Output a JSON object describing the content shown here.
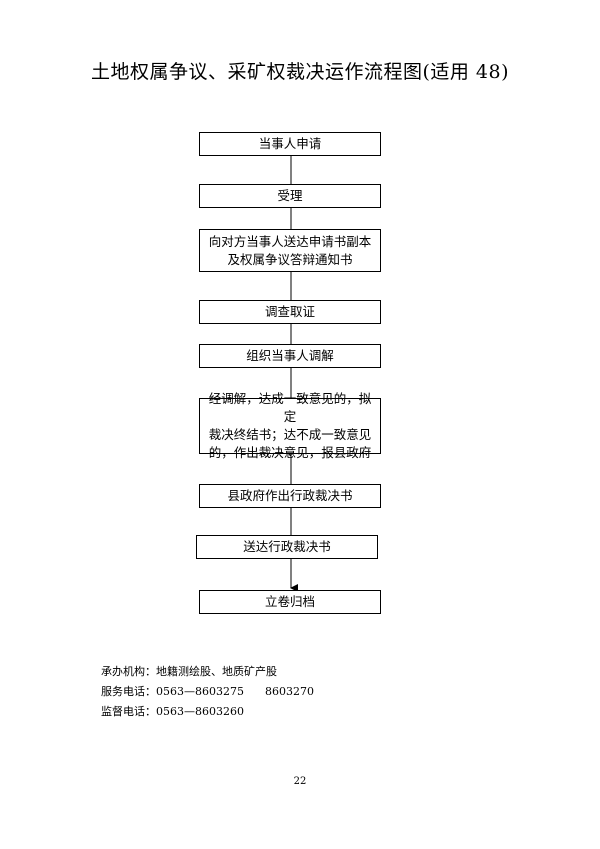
{
  "title": "土地权属争议、采矿权裁决运作流程图(适用 48)",
  "steps": [
    {
      "lines": [
        "当事人申请"
      ]
    },
    {
      "lines": [
        "受理"
      ]
    },
    {
      "lines": [
        "向对方当事人送达申请书副本",
        "及权属争议答辩通知书"
      ]
    },
    {
      "lines": [
        "调查取证"
      ]
    },
    {
      "lines": [
        "组织当事人调解"
      ]
    },
    {
      "lines": [
        "经调解，达成一致意见的，拟定",
        "裁决终结书；达不成一致意见",
        "的，作出裁决意见，报县政府"
      ]
    },
    {
      "lines": [
        "县政府作出行政裁决书"
      ]
    },
    {
      "lines": [
        "送达行政裁决书"
      ]
    },
    {
      "lines": [
        "立卷归档"
      ]
    }
  ],
  "footer": {
    "agency": "承办机构：地籍测绘股、地质矿产股",
    "service_phone": "服务电话：0563—8603275      8603270",
    "supervise_phone": "监督电话：0563—8603260"
  },
  "page_number": "22"
}
